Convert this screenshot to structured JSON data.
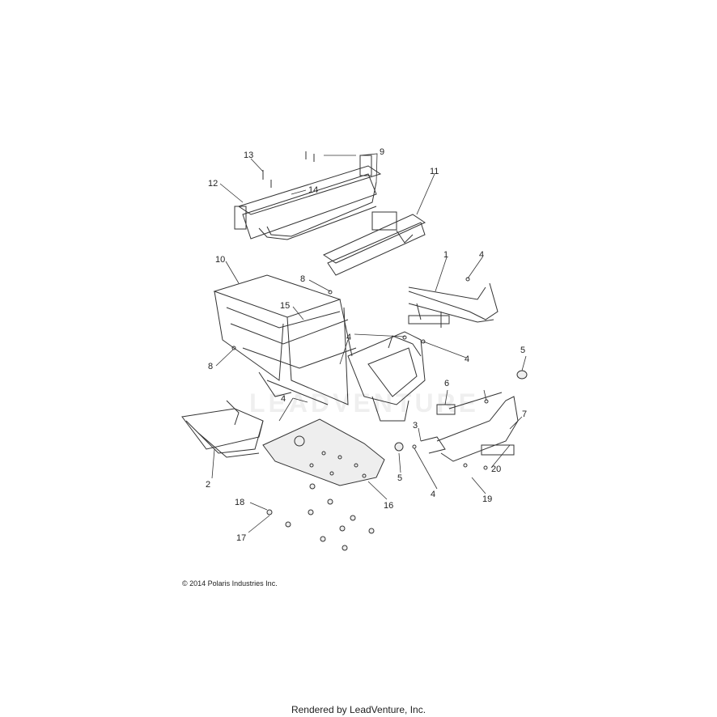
{
  "diagram": {
    "copyright": "© 2014 Polaris Industries Inc.",
    "footer": "Rendered by LeadVenture, Inc.",
    "watermark": "LEADVENTURE",
    "callouts": [
      {
        "id": "c13",
        "label": "13"
      },
      {
        "id": "c9",
        "label": "9"
      },
      {
        "id": "c12",
        "label": "12"
      },
      {
        "id": "c14",
        "label": "14"
      },
      {
        "id": "c11",
        "label": "11"
      },
      {
        "id": "c10",
        "label": "10"
      },
      {
        "id": "c8a",
        "label": "8"
      },
      {
        "id": "c1",
        "label": "1"
      },
      {
        "id": "c4a",
        "label": "4"
      },
      {
        "id": "c15",
        "label": "15"
      },
      {
        "id": "c4b",
        "label": "4"
      },
      {
        "id": "c4c",
        "label": "4"
      },
      {
        "id": "c5a",
        "label": "5"
      },
      {
        "id": "c8b",
        "label": "8"
      },
      {
        "id": "c6",
        "label": "6"
      },
      {
        "id": "c4d",
        "label": "4"
      },
      {
        "id": "c7",
        "label": "7"
      },
      {
        "id": "c3",
        "label": "3"
      },
      {
        "id": "c5b",
        "label": "5"
      },
      {
        "id": "c20",
        "label": "20"
      },
      {
        "id": "c2",
        "label": "2"
      },
      {
        "id": "c4e",
        "label": "4"
      },
      {
        "id": "c19",
        "label": "19"
      },
      {
        "id": "c18",
        "label": "18"
      },
      {
        "id": "c16",
        "label": "16"
      },
      {
        "id": "c17",
        "label": "17"
      }
    ]
  }
}
